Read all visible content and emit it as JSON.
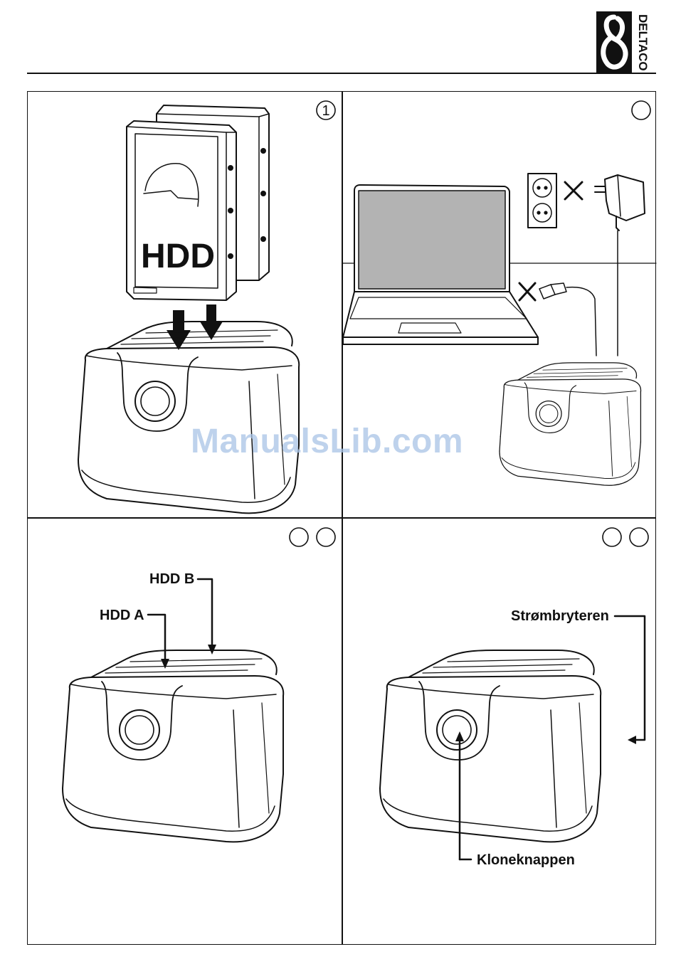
{
  "brand": {
    "logo_text": "DELTACO"
  },
  "panels": {
    "p1": {
      "step": "1",
      "hdd_label": "HDD"
    },
    "p2": {
      "step": ""
    },
    "p3": {
      "hdd_b": "HDD B",
      "hdd_a": "HDD A"
    },
    "p4": {
      "power_switch": "Strømbryteren",
      "clone_button": "Kloneknappen"
    }
  },
  "watermark": "ManualsLib.com",
  "colors": {
    "line": "#111111",
    "screen": "#b3b3b3",
    "watermark": "#a9c4e6"
  }
}
